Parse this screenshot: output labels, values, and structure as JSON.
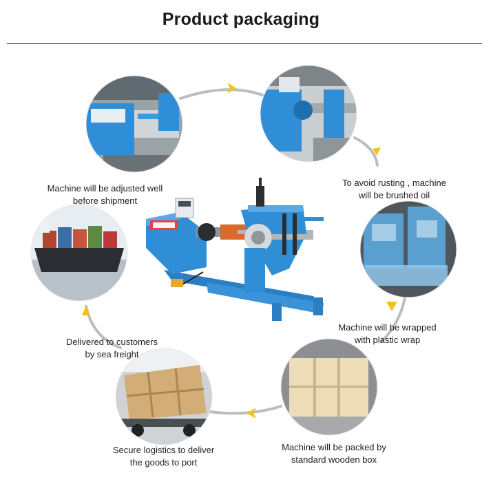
{
  "title": "Product packaging",
  "steps": [
    {
      "line1": "Machine will be adjusted well",
      "line2": "before shipment"
    },
    {
      "line1": "To avoid rusting , machine",
      "line2": "will be brushed oil"
    },
    {
      "line1": "Machine will be wrapped",
      "line2": "with plastic wrap"
    },
    {
      "line1": "Machine will be packed by",
      "line2": "standard wooden box"
    },
    {
      "line1": "Secure logistics to deliver",
      "line2": "the goods to port"
    },
    {
      "line1": "Delivered to customers",
      "line2": "by sea freight"
    }
  ],
  "colors": {
    "arrow_gray": "#b9b9b9",
    "arrow_head": "#f2c21b",
    "machine_blue": "#2f8ed6",
    "wood": "#d9b98a"
  }
}
